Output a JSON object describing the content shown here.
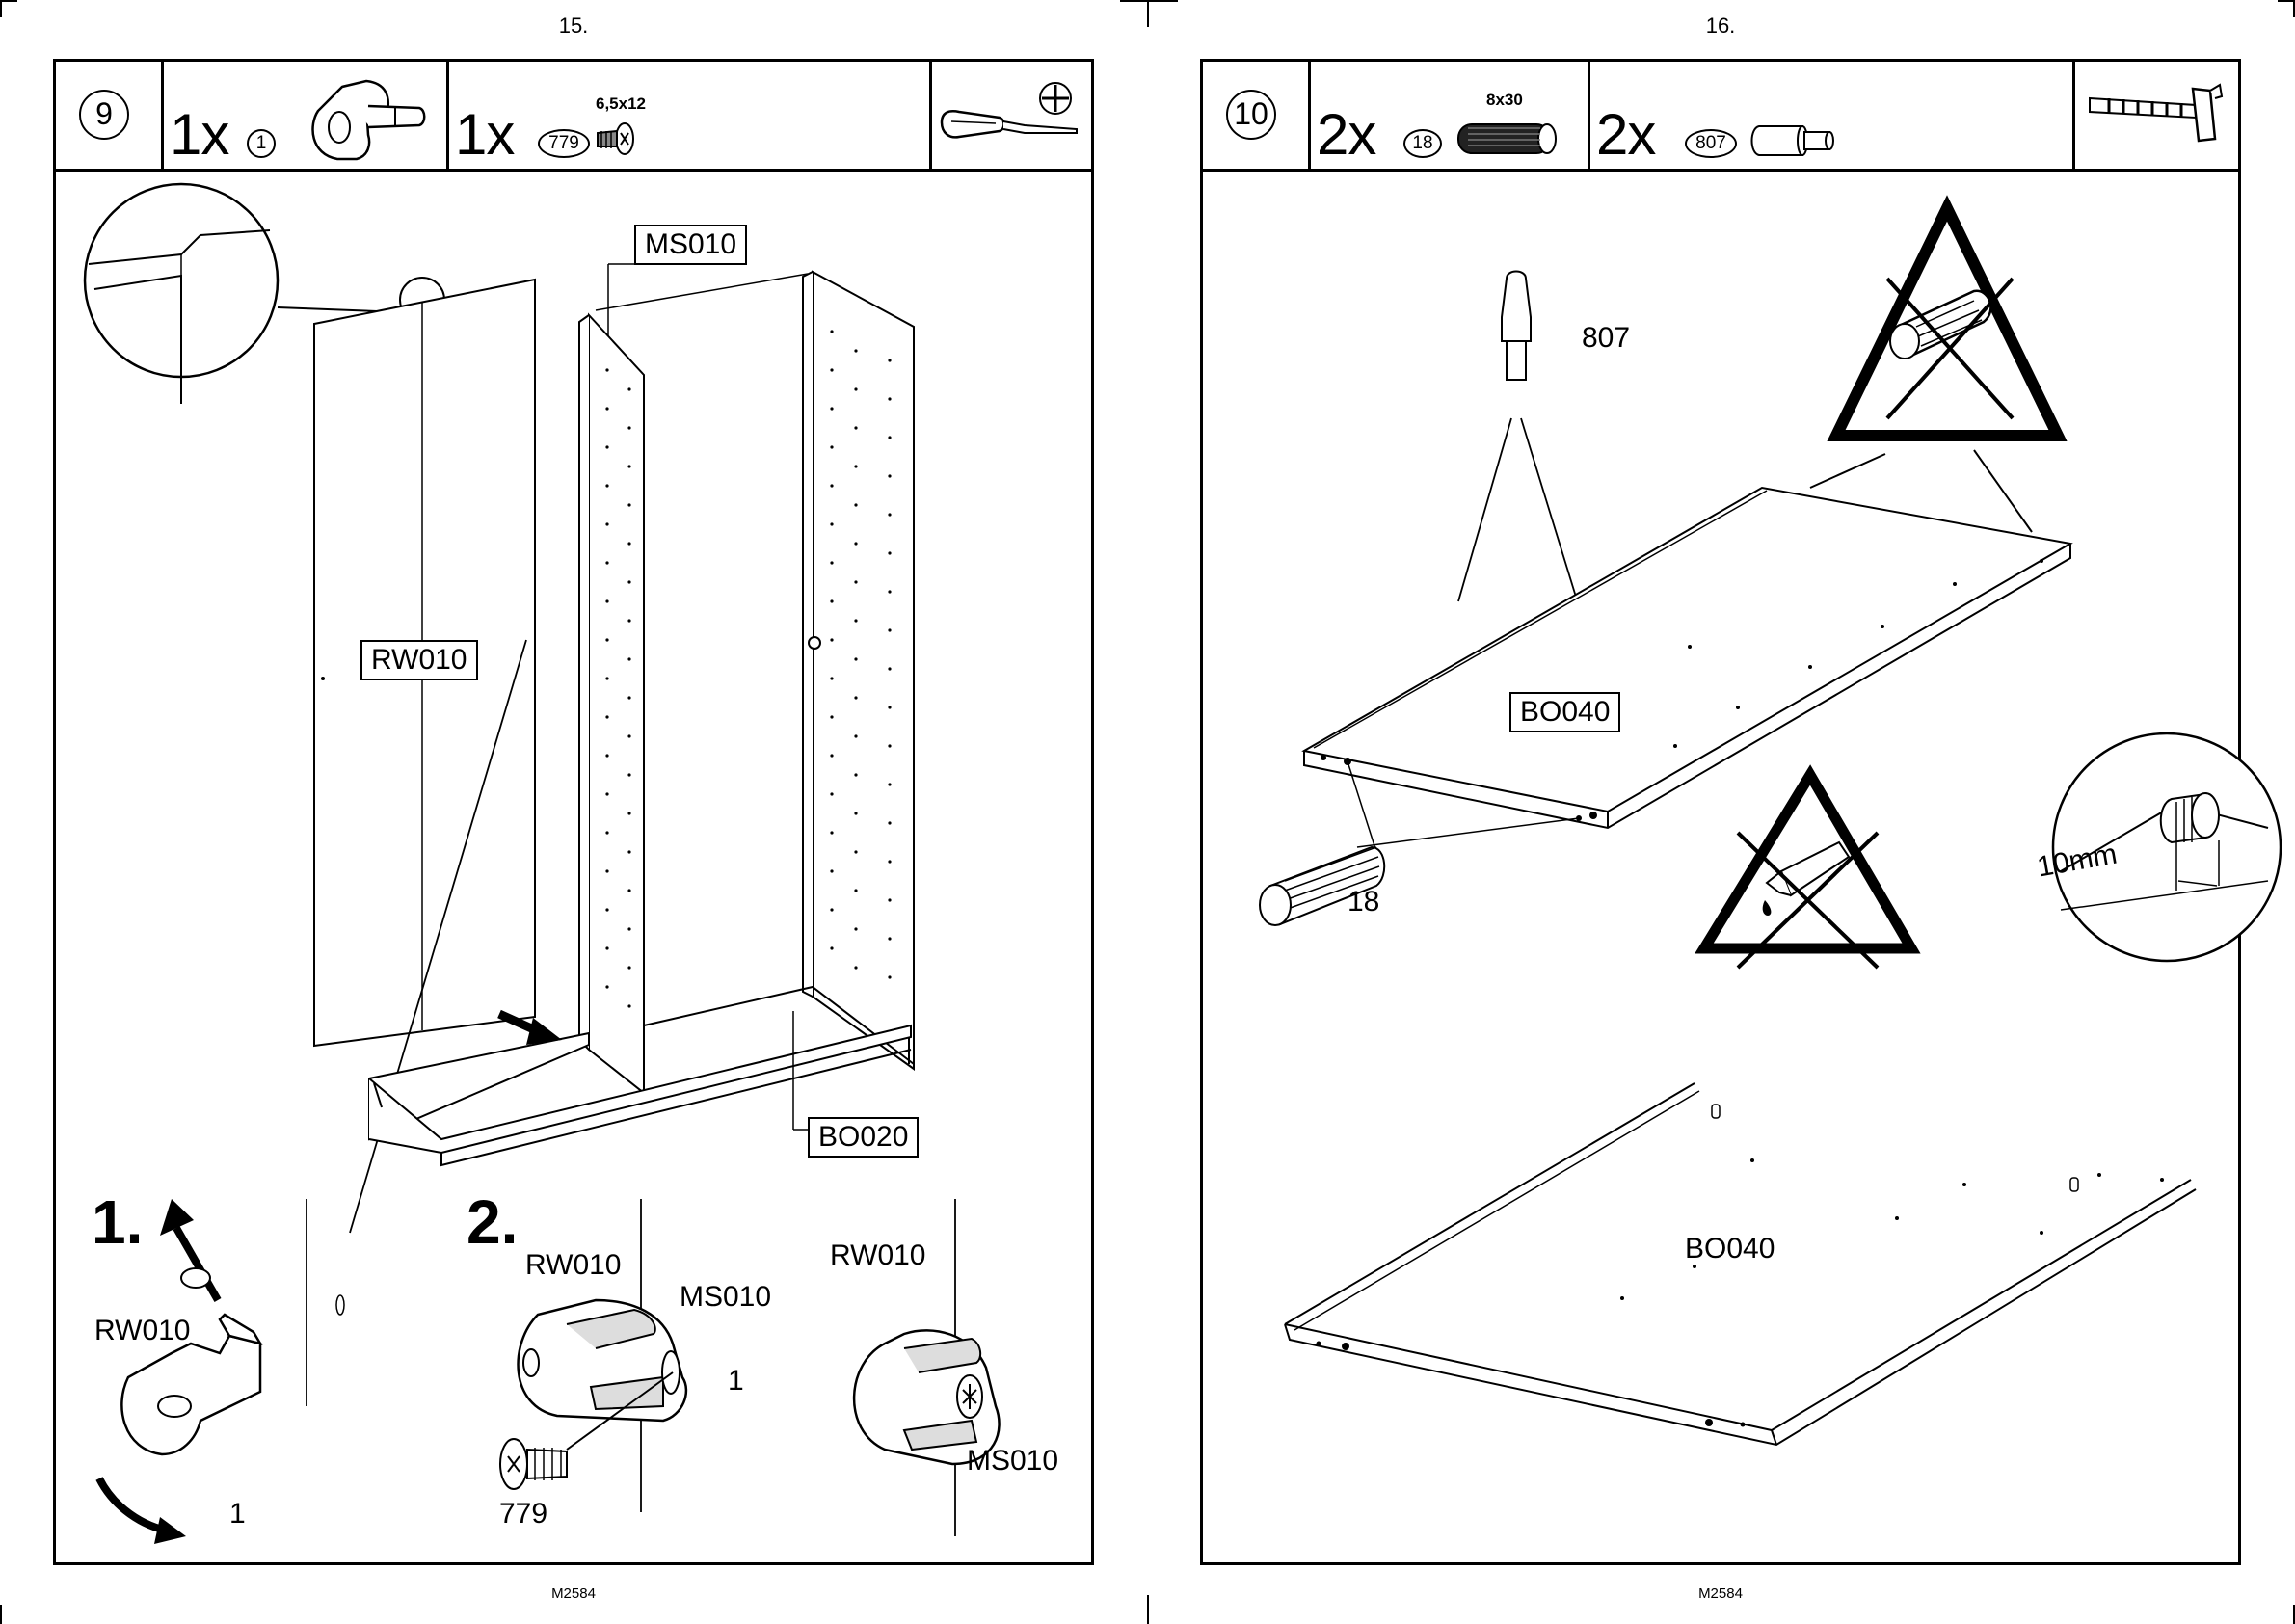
{
  "pages": {
    "left": {
      "page_number": "15.",
      "footer_code": "M2584"
    },
    "right": {
      "page_number": "16.",
      "footer_code": "M2584"
    }
  },
  "step9": {
    "step_number": "9",
    "parts": [
      {
        "qty": "1x",
        "part_no": "1"
      },
      {
        "qty": "1x",
        "part_no": "779",
        "size": "6,5x12"
      }
    ],
    "tool_icons": [
      "screwdriver-icon",
      "phillips-cross-icon"
    ],
    "labels": {
      "ms010_box": "MS010",
      "rw010_box": "RW010",
      "bo020_box": "BO020",
      "sub1_number": "1.",
      "sub2_number": "2.",
      "sub1_rw010": "RW010",
      "sub1_part": "1",
      "sub2_rw010": "RW010",
      "sub2_ms010": "MS010",
      "sub2_part": "1",
      "sub2_screw": "779",
      "sub3_rw010": "RW010",
      "sub3_ms010": "MS010"
    }
  },
  "step10": {
    "step_number": "10",
    "parts": [
      {
        "qty": "2x",
        "part_no": "18",
        "size": "8x30"
      },
      {
        "qty": "2x",
        "part_no": "807"
      }
    ],
    "tool_icons": [
      "hammer-icon"
    ],
    "labels": {
      "pin_807": "807",
      "dowel_18": "18",
      "bo040_box": "BO040",
      "bo040_bottom": "BO040",
      "depth": "10mm"
    },
    "warnings": [
      "no-hammer-on-dowel-icon",
      "no-glue-icon"
    ]
  }
}
